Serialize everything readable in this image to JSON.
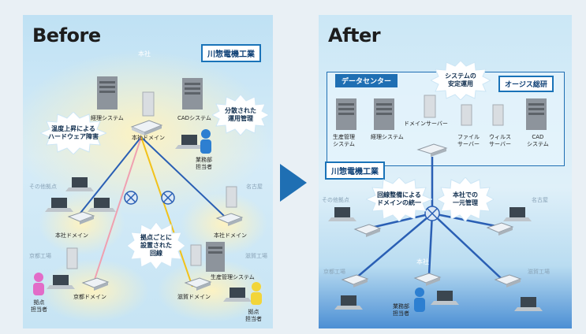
{
  "before": {
    "title": "Before",
    "company": "川惣電機工業",
    "hq": "本社",
    "server_accounting": "経理システム",
    "server_cad": "CADシステム",
    "hq_domain": "本社ドメイン",
    "staff": "業務部\n担当者",
    "burst_heat": "温度上昇による\nハードウェア障害",
    "burst_dist": "分散された\n運用管理",
    "burst_lines": "拠点ごとに\n設置された\n回線",
    "site_other": "その他拠点",
    "site_nagoya": "名古屋",
    "site_kyoto": "京都工場",
    "site_shiga": "滋賀工場",
    "domain_other": "本社ドメイン",
    "domain_nagoya": "本社ドメイン",
    "domain_kyoto": "京都ドメイン",
    "domain_shiga": "滋賀ドメイン",
    "prod_system": "生産管理システム",
    "site_staff_kyoto": "拠点\n担当者",
    "site_staff_shiga": "拠点\n担当者"
  },
  "after": {
    "title": "After",
    "datacenter": "データセンター",
    "vendor": "オージス総研",
    "burst_stable": "システムの\n安定運用",
    "srv_prod": "生産管理\nシステム",
    "srv_acct": "経理システム",
    "srv_domain": "ドメインサーバー",
    "srv_file": "ファイル\nサーバー",
    "srv_virus": "ウィルス\nサーバー",
    "srv_cad": "CAD\nシステム",
    "company": "川惣電機工業",
    "burst_unify": "回線整備による\nドメインの統一",
    "burst_central": "本社での\n一元管理",
    "site_other": "その他拠点",
    "site_nagoya": "名古屋",
    "site_kyoto": "京都工場",
    "site_shiga": "滋賀工場",
    "hq": "本社",
    "staff": "業務部\n担当者"
  },
  "colors": {
    "accent": "#1a73b8",
    "arrow": "#1f6fb3",
    "burst": "#ffffff",
    "line_blue": "#2a5fb4",
    "line_pink": "#f0a0b0",
    "line_yellow": "#f2c21a"
  }
}
